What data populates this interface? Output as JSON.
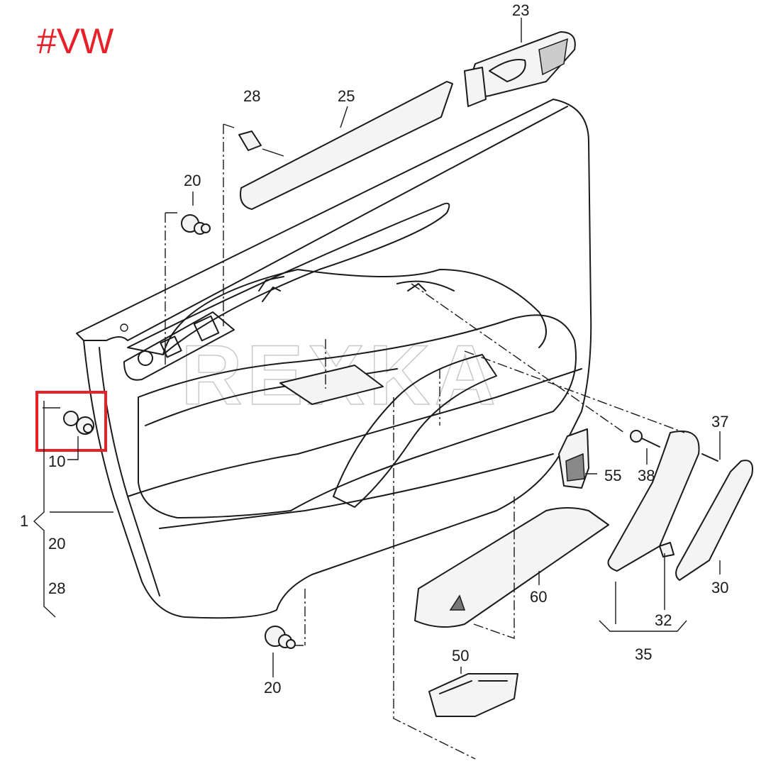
{
  "brand_tag": "#VW",
  "watermark": "REXKA",
  "highlight_color": "#e8202a",
  "callouts": {
    "p23": "23",
    "p28_top": "28",
    "p25": "25",
    "p20_top": "20",
    "p10": "10",
    "p1": "1",
    "p1_sub_20": "20",
    "p1_sub_28": "28",
    "p37": "37",
    "p38": "38",
    "p55": "55",
    "p30": "30",
    "p60": "60",
    "p32": "32",
    "p35": "35",
    "p50": "50",
    "p20_bottom": "20"
  }
}
